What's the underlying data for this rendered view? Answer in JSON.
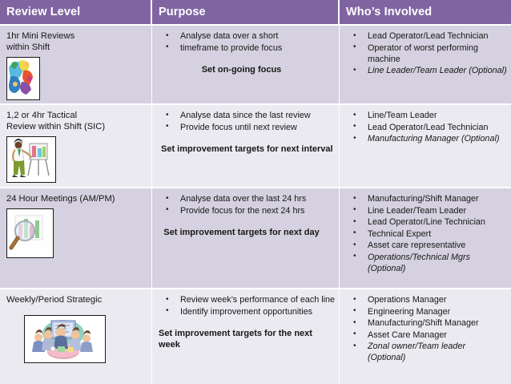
{
  "header": {
    "columns": [
      {
        "label": "Review Level"
      },
      {
        "label": "Purpose"
      },
      {
        "label": "Who’s Involved"
      }
    ],
    "background": "#8064a2",
    "text_color": "#ffffff"
  },
  "row_colors": {
    "odd": "#d5d1e0",
    "even": "#ebeaf0"
  },
  "rows": [
    {
      "title": "1hr Mini Reviews\nwithin Shift",
      "icon": "people-collage-image",
      "purpose_bullets": [
        "Analyse data over a short",
        "timeframe to provide focus"
      ],
      "purpose_emphasis": "Set on-going focus",
      "purpose_emphasis_align": "center",
      "involved": [
        {
          "text": "Lead Operator/Lead Technician",
          "italic": false
        },
        {
          "text": "Operator of worst performing machine",
          "italic": false
        },
        {
          "text": "Line Leader/Team Leader (Optional)",
          "italic": true
        }
      ]
    },
    {
      "title": "1,2 or 4hr Tactical\nReview within Shift (SIC)",
      "icon": "presenter-flipchart-image",
      "purpose_bullets": [
        "Analyse data since the last review",
        "Provide focus until next review"
      ],
      "purpose_emphasis": "Set improvement targets for next interval",
      "purpose_emphasis_align": "left",
      "involved": [
        {
          "text": "Line/Team Leader",
          "italic": false
        },
        {
          "text": "Lead Operator/Lead Technician",
          "italic": false
        },
        {
          "text": "Manufacturing Manager (Optional)",
          "italic": true
        }
      ]
    },
    {
      "title": "24 Hour Meetings (AM/PM)",
      "icon": "magnifier-barchart-image",
      "purpose_bullets": [
        "Analyse data over the last 24 hrs",
        "Provide focus for the next 24 hrs"
      ],
      "purpose_emphasis": "Set improvement targets for next day",
      "purpose_emphasis_align": "center",
      "involved": [
        {
          "text": "Manufacturing/Shift Manager",
          "italic": false
        },
        {
          "text": "Line Leader/Team Leader",
          "italic": false
        },
        {
          "text": "Lead Operator/Line Technician",
          "italic": false
        },
        {
          "text": "Technical Expert",
          "italic": false
        },
        {
          "text": "Asset care representative",
          "italic": false
        },
        {
          "text": "Operations/Technical Mgrs (Optional)",
          "italic": true
        }
      ]
    },
    {
      "title": "Weekly/Period Strategic",
      "icon": "meeting-room-image",
      "purpose_bullets": [
        "Review week’s performance of each line",
        "Identify improvement opportunities"
      ],
      "purpose_emphasis": "Set improvement targets for the next week",
      "purpose_emphasis_align": "left",
      "involved": [
        {
          "text": "Operations Manager",
          "italic": false
        },
        {
          "text": "Engineering Manager",
          "italic": false
        },
        {
          "text": "Manufacturing/Shift Manager",
          "italic": false
        },
        {
          "text": "Asset Care Manager",
          "italic": false
        },
        {
          "text": "Zonal owner/Team leader (Optional)",
          "italic": true
        }
      ]
    }
  ]
}
